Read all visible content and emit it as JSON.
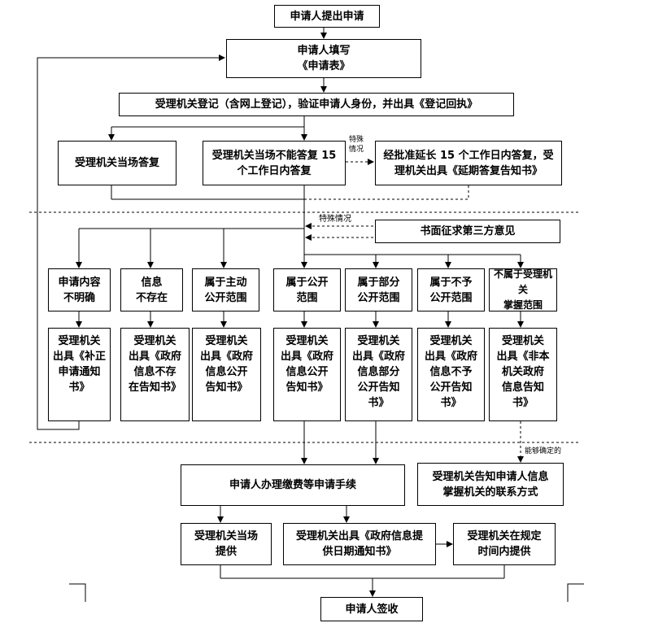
{
  "nodes": {
    "start": "申请人提出申请",
    "fill_form": "申请人填写\n《申请表》",
    "register": "受理机关登记（含网上登记），验证申请人身份，并出具《登记回执》",
    "reply_now": "受理机关当场答复",
    "reply_15": "受理机关当场不能答复 15\n个工作日内答复",
    "extend_15": "经批准延长 15 个工作日内答复，受\n理机关出具《延期答复告知书》",
    "third_party": "书面征求第三方意见",
    "unclear": "申请内容\n不明确",
    "not_exist": "信息\n不存在",
    "active_public": "属于主动\n公开范围",
    "public": "属于公开\n范围",
    "partial_public": "属于部分\n公开范围",
    "not_public": "属于不予\n公开范围",
    "not_held": "不属于受理机关\n掌握范围",
    "doc_supplement": "受理机关\n出具《补正\n申请通知\n书》",
    "doc_not_exist": "受理机关\n出具《政府\n信息不存\n在告知书》",
    "doc_active": "受理机关\n出具《政府\n信息公开\n告知书》",
    "doc_public": "受理机关\n出具《政府\n信息公开\n告知书》",
    "doc_partial": "受理机关\n出具《政府\n信息部分\n公开告知\n书》",
    "doc_not_public": "受理机关\n出具《政府\n信息不予\n公开告知\n书》",
    "doc_not_held": "受理机关\n出具《非本\n机关政府\n信息告知\n书》",
    "fees": "申请人办理缴费等申请手续",
    "contact_info": "受理机关告知申请人信息\n掌握机关的联系方式",
    "provide_now": "受理机关当场\n提供",
    "deadline_notice": "受理机关出具《政府信息提\n供日期通知书》",
    "provide_later": "受理机关在规定\n时间内提供",
    "sign": "申请人签收"
  },
  "labels": {
    "special_1": "特殊\n情况",
    "special_2": "特殊情况",
    "can_determine": "能够确定的"
  }
}
